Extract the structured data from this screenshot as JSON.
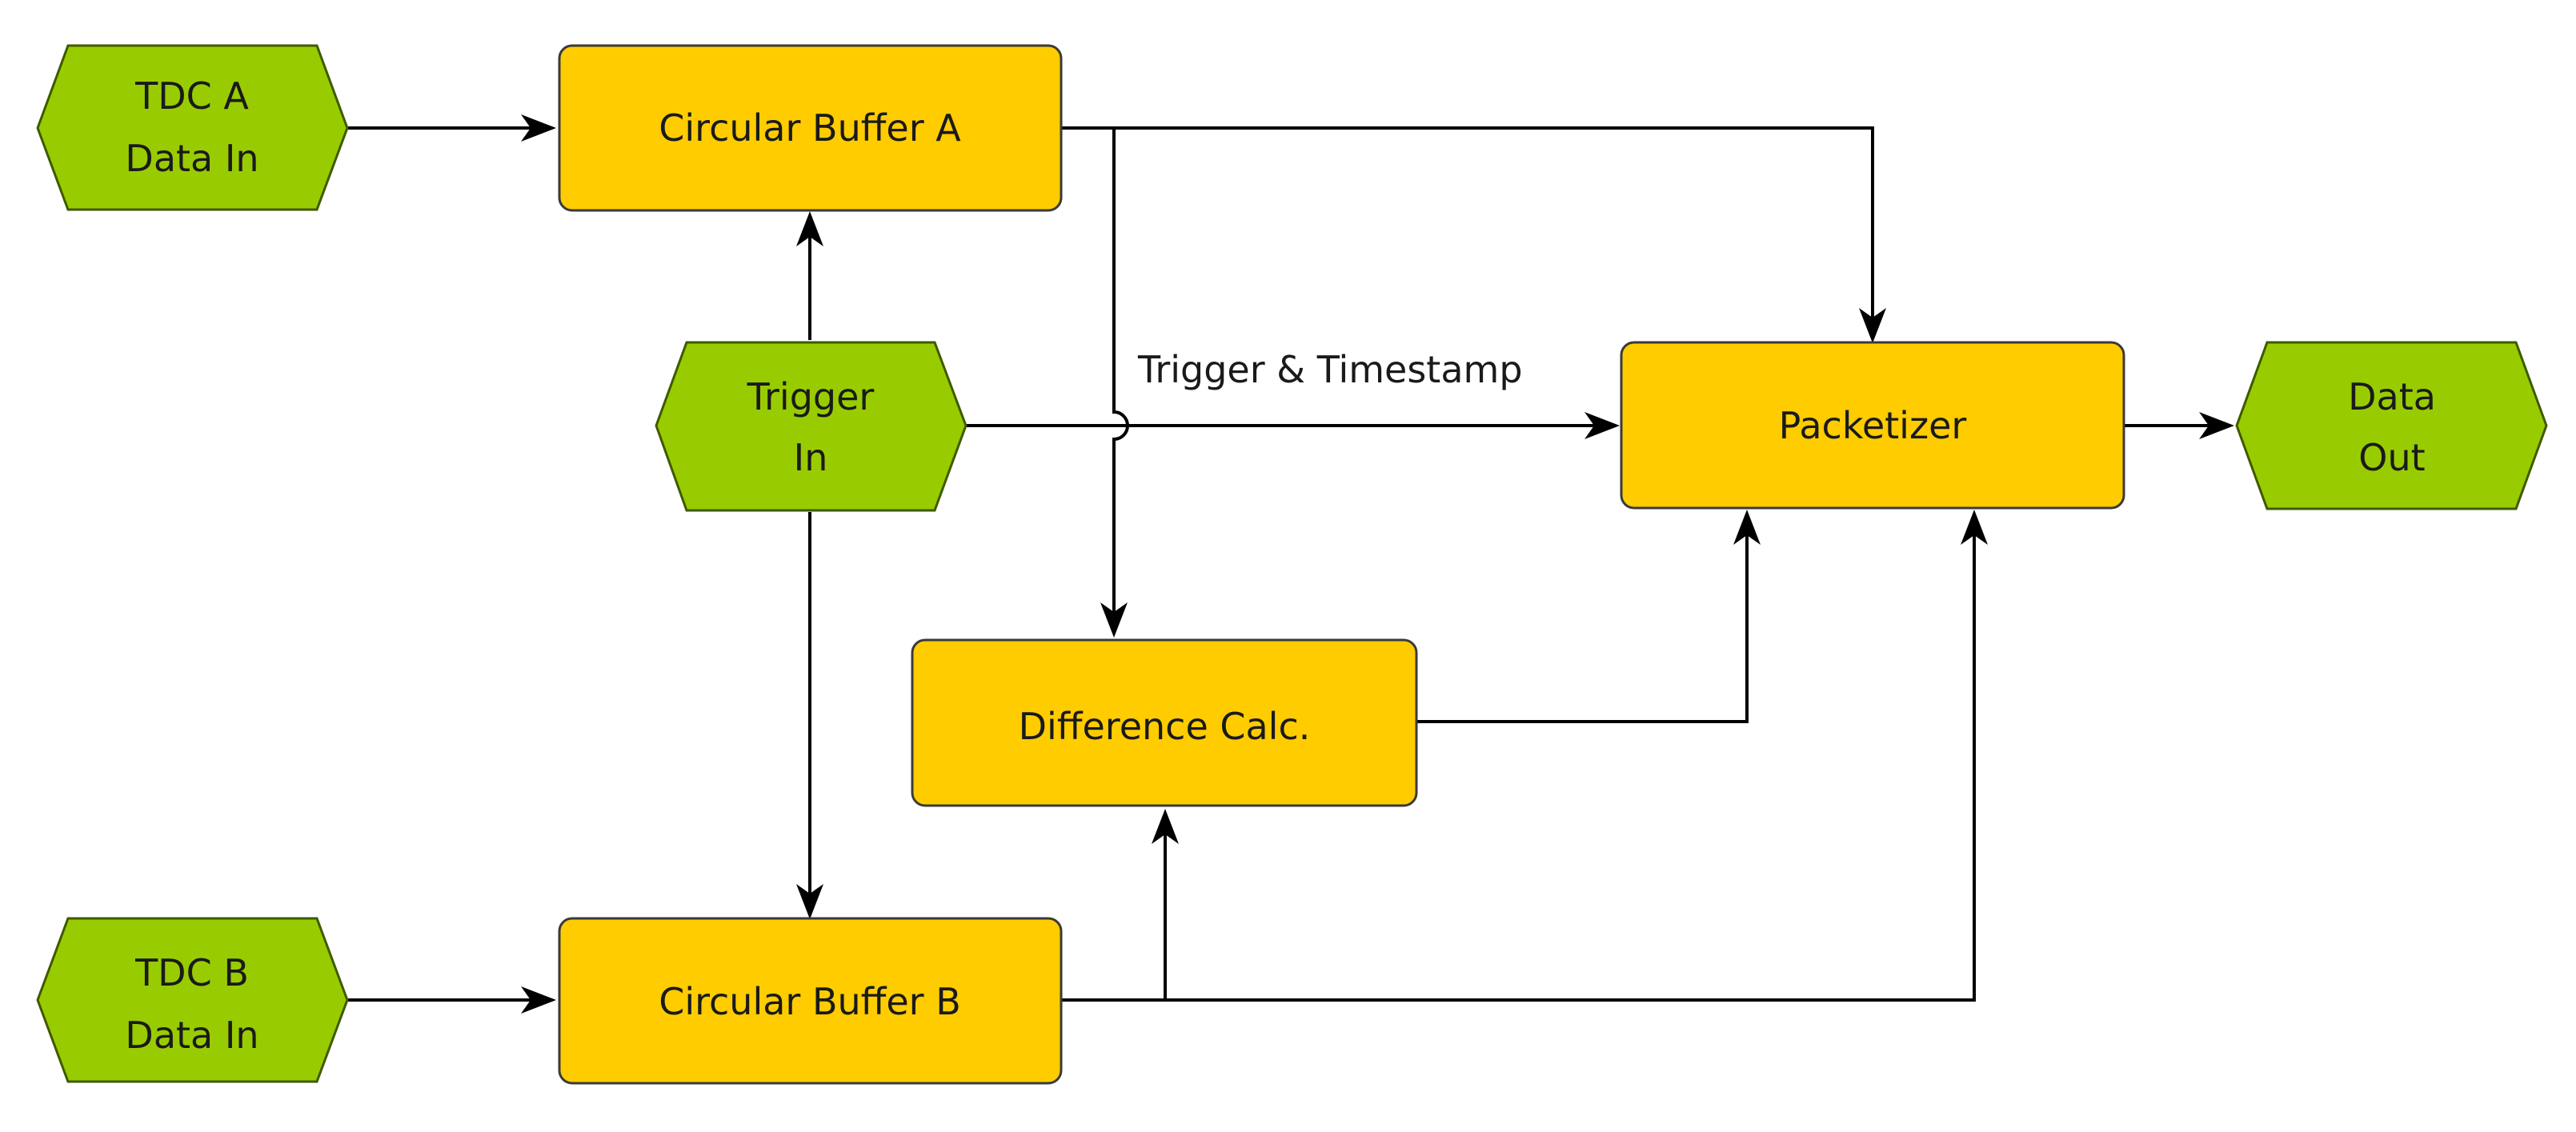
{
  "colors": {
    "io_fill": "#99cc00",
    "io_stroke": "#3f5a00",
    "block_fill": "#ffcc00",
    "block_stroke": "#3a3a3a",
    "wire": "#000000",
    "text": "#1a1a1a"
  },
  "nodes": {
    "tdc_a": {
      "line1": "TDC A",
      "line2": "Data In"
    },
    "tdc_b": {
      "line1": "TDC B",
      "line2": "Data In"
    },
    "trigger_in": {
      "line1": "Trigger",
      "line2": "In"
    },
    "data_out": {
      "line1": "Data",
      "line2": "Out"
    },
    "buffer_a": {
      "label": "Circular Buffer A"
    },
    "buffer_b": {
      "label": "Circular Buffer B"
    },
    "packetizer": {
      "label": "Packetizer"
    },
    "diff_calc": {
      "label": "Difference Calc."
    }
  },
  "edge_labels": {
    "trigger_timestamp": "Trigger & Timestamp"
  }
}
